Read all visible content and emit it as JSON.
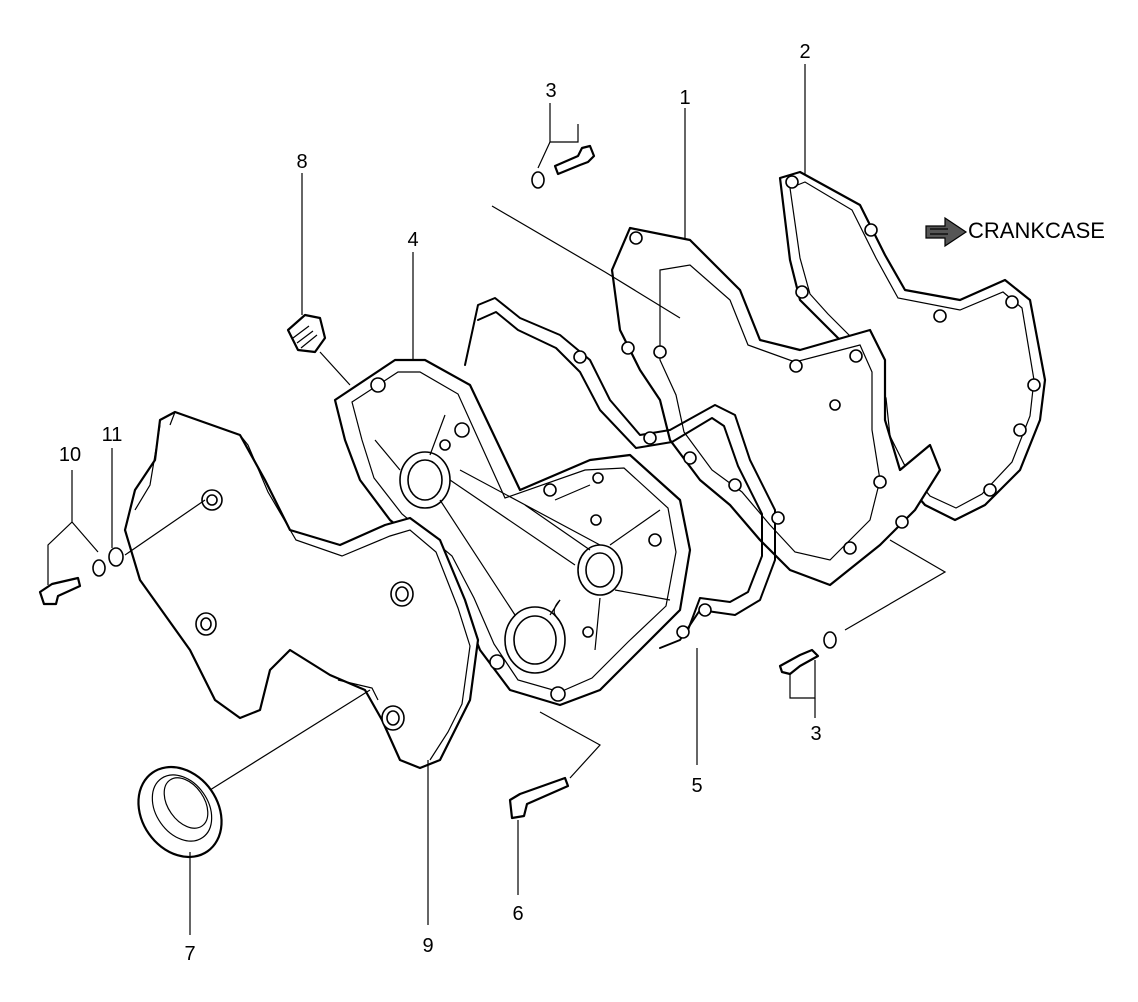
{
  "diagram": {
    "label_text": "CRANKCASE",
    "callouts": [
      {
        "id": "1",
        "text": "1"
      },
      {
        "id": "2",
        "text": "2"
      },
      {
        "id": "3a",
        "text": "3"
      },
      {
        "id": "3b",
        "text": "3"
      },
      {
        "id": "4",
        "text": "4"
      },
      {
        "id": "5",
        "text": "5"
      },
      {
        "id": "6",
        "text": "6"
      },
      {
        "id": "7",
        "text": "7"
      },
      {
        "id": "8",
        "text": "8"
      },
      {
        "id": "9",
        "text": "9"
      },
      {
        "id": "10",
        "text": "10"
      },
      {
        "id": "11",
        "text": "11"
      }
    ],
    "colors": {
      "ink": "#000000",
      "background": "#ffffff"
    }
  }
}
